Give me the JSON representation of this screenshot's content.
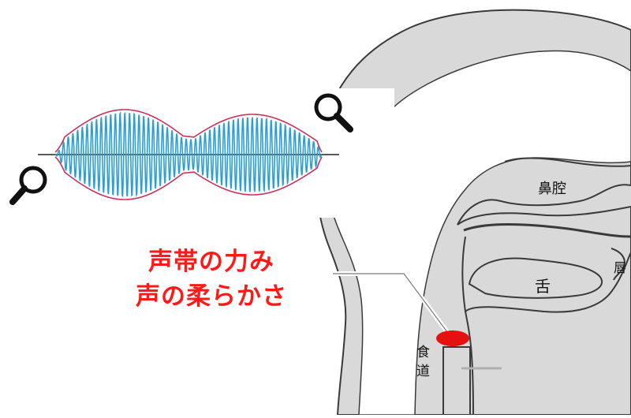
{
  "headline": {
    "line1": "声帯の力み",
    "line2": "声の柔らかさ"
  },
  "anatomy_labels": {
    "nasal_cavity": "鼻腔",
    "tongue": "舌",
    "lips": "唇",
    "esophagus_char1": "食",
    "esophagus_char2": "道"
  },
  "icons": [
    "magnifier-icon",
    "magnifier-icon"
  ],
  "colors": {
    "headline": "#ff1a1a",
    "waveform": "#2a9fd6",
    "envelope": "#c8325a",
    "vocal_cords": "#e51010",
    "anatomy_fill": "#d9d9d9",
    "anatomy_stroke": "#3a3a3a"
  }
}
